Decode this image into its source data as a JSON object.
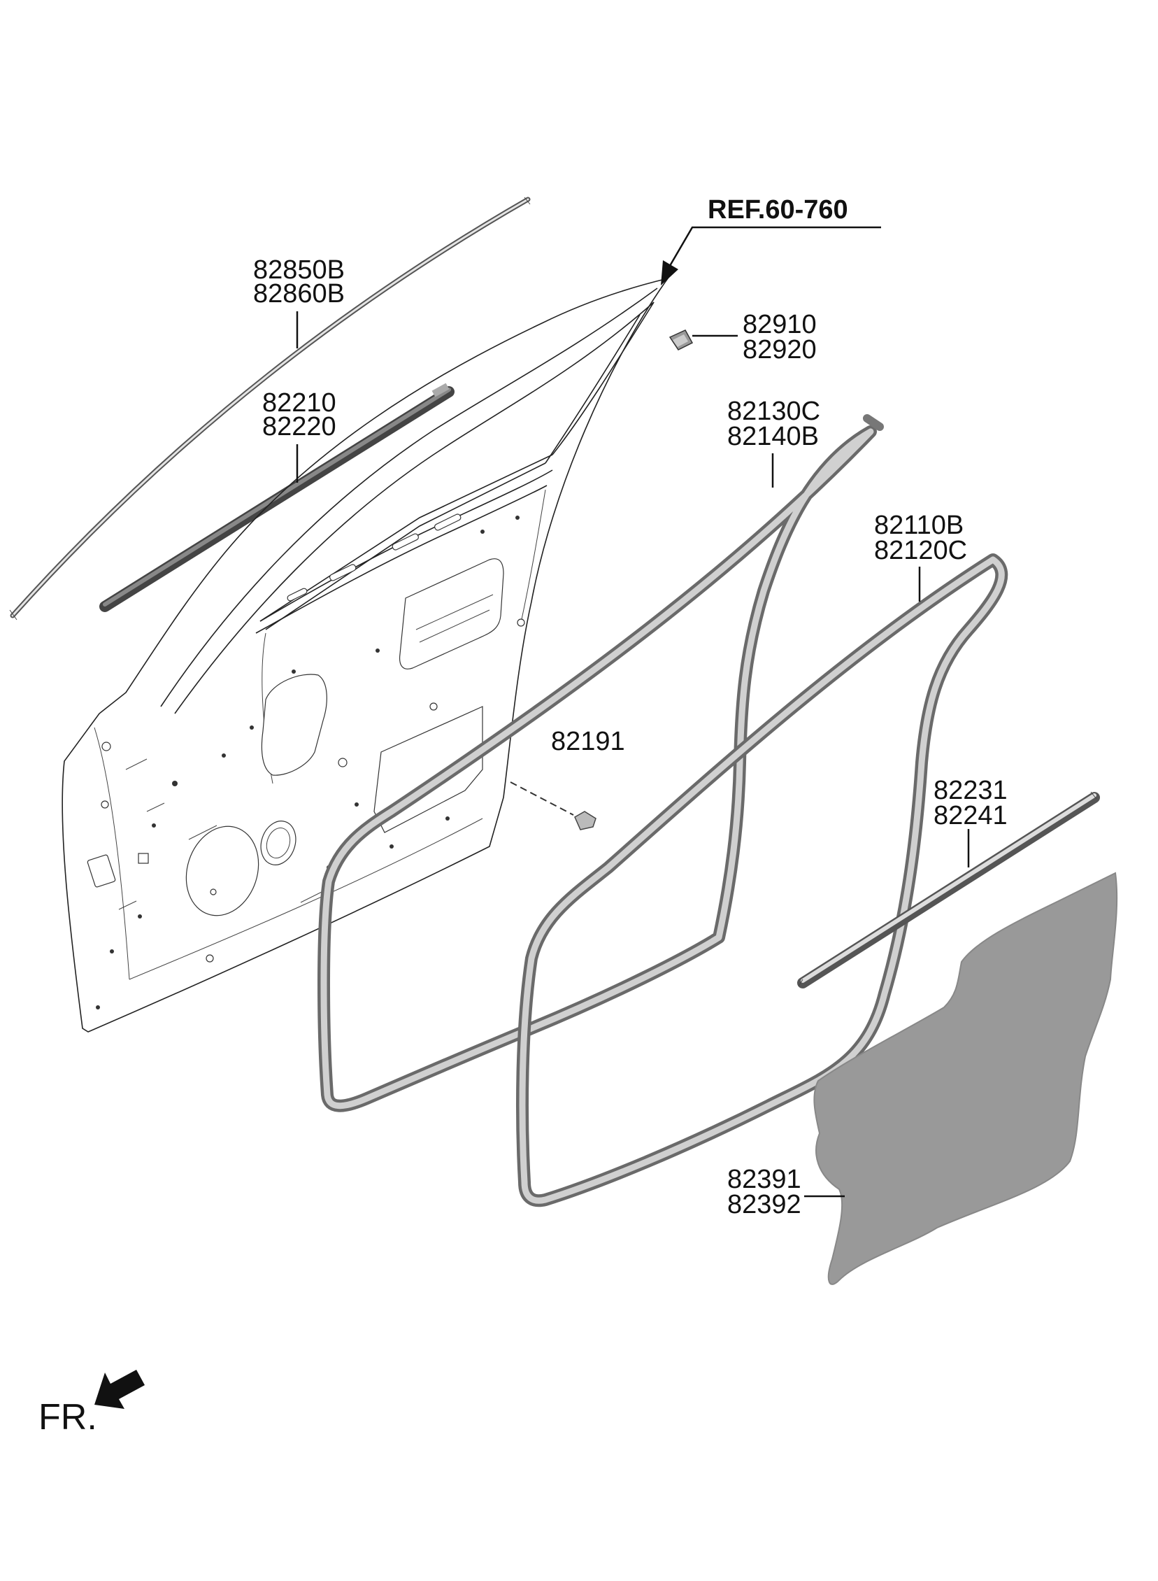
{
  "labels": {
    "ref": "REF.60-760",
    "p82850b": "82850B",
    "p82860b": "82860B",
    "p82910": "82910",
    "p82920": "82920",
    "p82210": "82210",
    "p82220": "82220",
    "p82130c": "82130C",
    "p82140b": "82140B",
    "p82110b": "82110B",
    "p82120c": "82120C",
    "p82191": "82191",
    "p82231": "82231",
    "p82241": "82241",
    "p82391": "82391",
    "p82392": "82392",
    "fr": "FR."
  },
  "colors": {
    "line": "#111111",
    "seal_dark": "#6a6a6a",
    "seal_light": "#d0d0d0",
    "film": "#999999"
  },
  "icons": {
    "front_direction": "arrow-down-left-icon"
  }
}
